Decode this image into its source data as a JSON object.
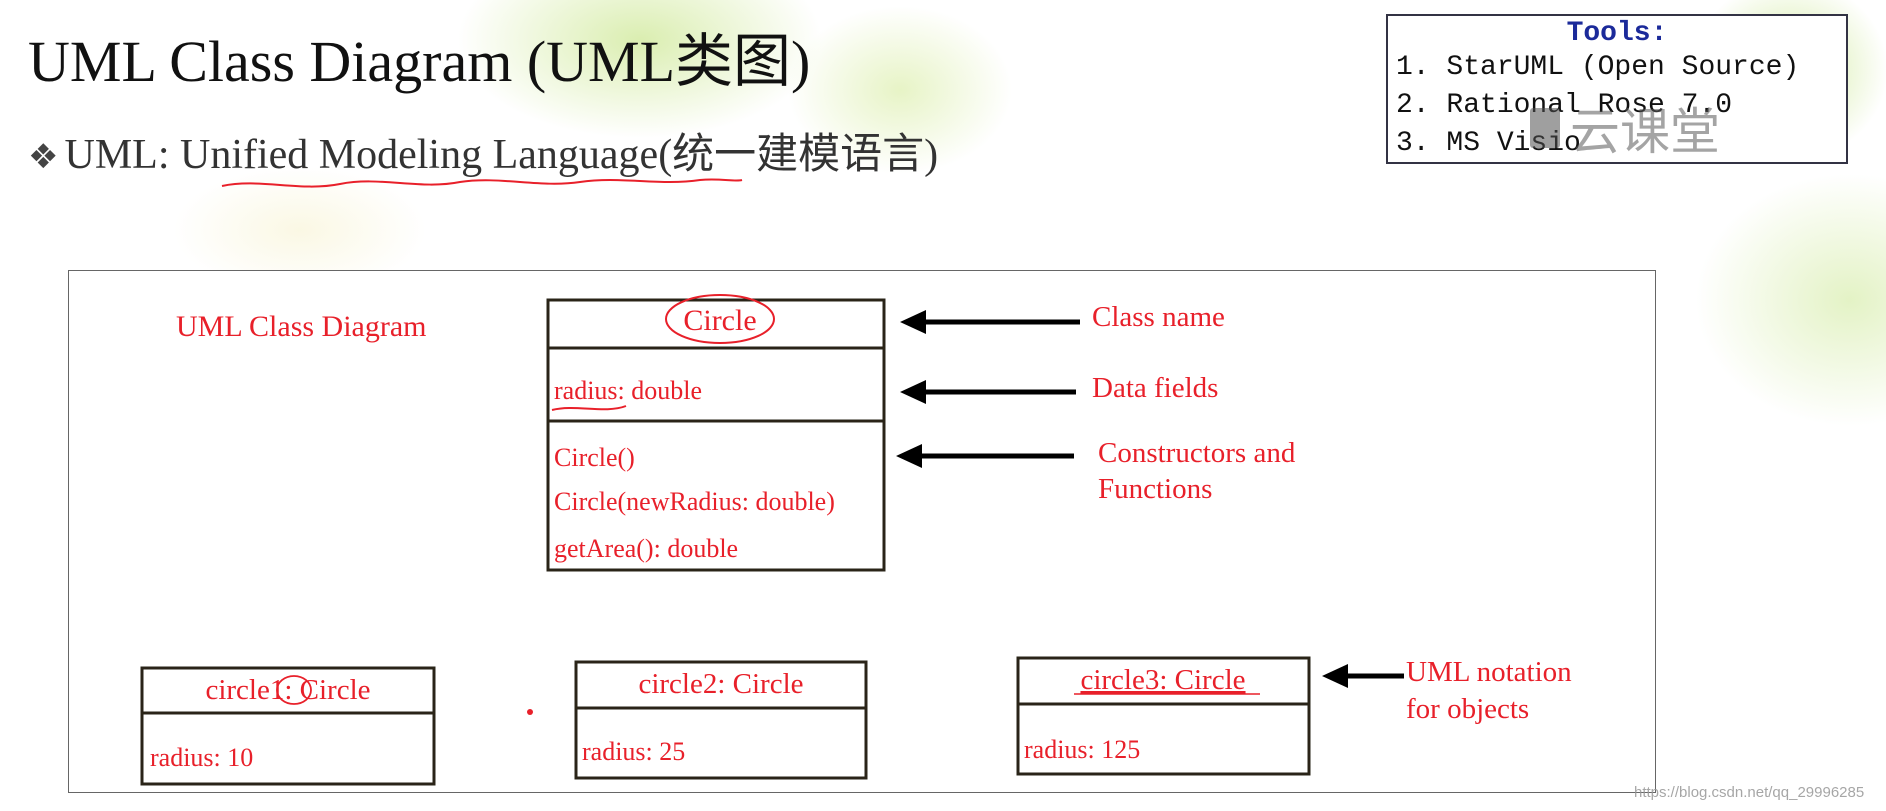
{
  "slide": {
    "title": "UML Class Diagram (UML类图)",
    "bullet": "❖",
    "subtitle_prefix": "UML: ",
    "subtitle_term": "Unified Modeling Language",
    "subtitle_cn": "(统一建模语言)"
  },
  "tools": {
    "heading": "Tools:",
    "items": [
      "1. StarUML (Open Source)",
      "2. Rational Rose 7.0",
      "3. MS Visio"
    ]
  },
  "watermark": "云课堂",
  "diagram": {
    "label": "UML Class Diagram",
    "class_box": {
      "name": "Circle",
      "field": "radius: double",
      "methods": [
        "Circle()",
        "Circle(newRadius: double)",
        "getArea(): double"
      ]
    },
    "annotations": {
      "class_name": "Class name",
      "data_fields": "Data fields",
      "constructors_line1": "Constructors and",
      "constructors_line2": "Functions",
      "objects_line1": "UML notation",
      "objects_line2": "for objects"
    },
    "objects": [
      {
        "name": "circle1: Circle",
        "field": "radius: 10"
      },
      {
        "name": "circle2: Circle",
        "field": "radius: 25"
      },
      {
        "name": "circle3: Circle",
        "field": "radius: 125"
      }
    ],
    "colors": {
      "ink": "#e8202a",
      "box": "#2a2418",
      "arrow": "#000000"
    }
  },
  "credit": "https://blog.csdn.net/qq_29996285"
}
